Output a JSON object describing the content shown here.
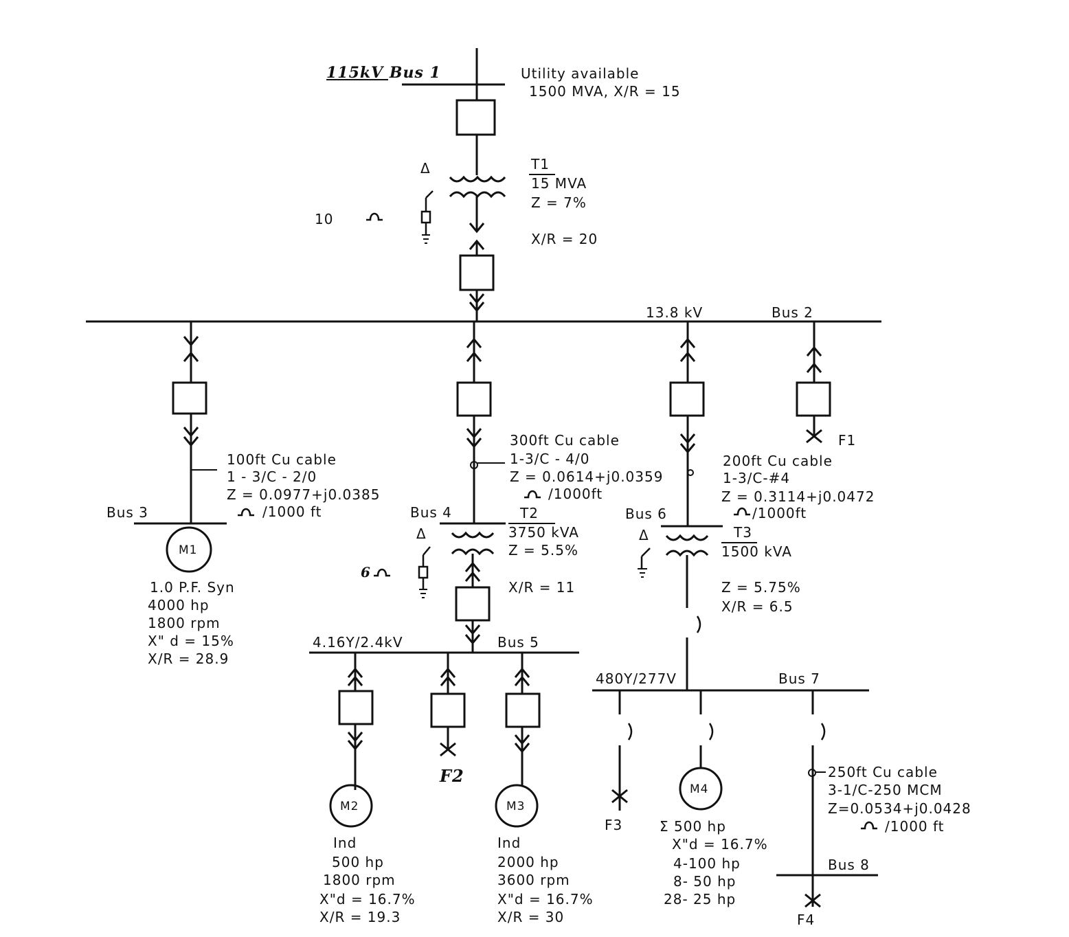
{
  "bus1": {
    "label": "115kV  Bus 1",
    "utility_line1": "Utility available",
    "utility_line2": "1500 MVA, X/R = 15"
  },
  "t1": {
    "name": "T1",
    "rating": "15 MVA",
    "z": "Z =  7%",
    "xr": "X/R  =  20",
    "delta": "Δ",
    "ground_r": "10"
  },
  "bus2": {
    "voltage": "13.8  kV",
    "name": "Bus  2"
  },
  "feeder_m1": {
    "cable1": "100ft  Cu  cable",
    "cable2": "1 - 3/C - 2/0",
    "cable3": "Z = 0.0977+j0.0385",
    "cable4": "/1000  ft",
    "bus": "Bus  3",
    "motor": "M1",
    "d1": "1.0 P.F.  Syn",
    "d2": "4000  hp",
    "d3": "1800  rpm",
    "d4": "X\"  d  =  15%",
    "d5": "X/R  =  28.9"
  },
  "feeder_t2": {
    "cable1": "300ft  Cu  cable",
    "cable2": "1-3/C  -  4/0",
    "cable3": "Z  =  0.0614+j0.0359",
    "cable4": "/1000ft",
    "bus": "Bus  4",
    "name": "T2",
    "rating": "3750  kVA",
    "z": "Z  =  5.5%",
    "xr": "X/R  =  11",
    "ground_r": "6",
    "delta": "Δ"
  },
  "bus5": {
    "voltage": "4.16Y/2.4kV",
    "name": "Bus  5",
    "fault": "F2"
  },
  "m2": {
    "motor": "M2",
    "d1": "Ind",
    "d2": "500  hp",
    "d3": "1800  rpm",
    "d4": "X\"d  =  16.7%",
    "d5": "X/R  =  19.3"
  },
  "m3": {
    "motor": "M3",
    "d1": "Ind",
    "d2": "2000  hp",
    "d3": "3600  rpm",
    "d4": "X\"d  =  16.7%",
    "d5": "X/R  =  30"
  },
  "feeder_t3": {
    "cable1": "200ft  Cu  cable",
    "cable2": "1-3/C-#4",
    "cable3": "Z  =  0.3114+j0.0472",
    "cable4": "/1000ft",
    "bus": "Bus  6",
    "name": "T3",
    "rating": "1500  kVA",
    "z": "Z  =  5.75%",
    "xr": "X/R  =  6.5",
    "delta": "Δ"
  },
  "f1": "F1",
  "bus7": {
    "voltage": "480Y/277V",
    "name": "Bus  7",
    "fault": "F3"
  },
  "m4": {
    "motor": "M4",
    "d1": "Σ  500  hp",
    "d2": "X\"d  =  16.7%",
    "d3": "4-100  hp",
    "d4": "8-  50  hp",
    "d5": "28-  25  hp"
  },
  "bus8_feeder": {
    "cable1": "250ft  Cu  cable",
    "cable2": "3-1/C-250  MCM",
    "cable3": "Z=0.0534+j0.0428",
    "cable4": "/1000  ft",
    "bus": "Bus  8",
    "fault": "F4"
  }
}
